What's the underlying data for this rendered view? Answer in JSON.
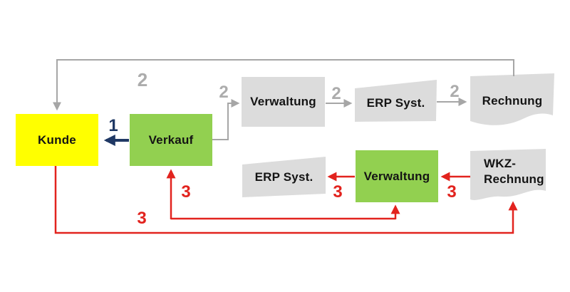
{
  "nodes": {
    "kunde": {
      "label": "Kunde"
    },
    "verkauf": {
      "label": "Verkauf"
    },
    "verwaltung_top": {
      "label": "Verwaltung"
    },
    "erp_top": {
      "label": "ERP Syst."
    },
    "rechnung": {
      "label": "Rechnung"
    },
    "erp_bottom": {
      "label": "ERP Syst."
    },
    "verwaltung_bottom": {
      "label": "Verwaltung"
    },
    "wkz_rechnung": {
      "label": "WKZ-Rechnung"
    }
  },
  "flow_labels": {
    "one_verkauf_to_kunde": "1",
    "two_rechnung_to_kunde": "2",
    "two_verkauf_to_verwaltung": "2",
    "two_verwaltung_to_erp": "2",
    "two_erp_to_rechnung": "2",
    "three_to_verkauf": "3",
    "three_kunde_to_wkz": "3",
    "three_verwaltung_to_erp": "3",
    "three_wkz_to_verwaltung": "3"
  },
  "colors": {
    "background": "#FFFFFF",
    "kunde_fill": "#FFFF00",
    "green_fill": "#92D050",
    "gray_fill": "#DCDCDC",
    "gray_line": "#A6A6A6",
    "gray_number": "#ACACAC",
    "red": "#E2231E",
    "blue": "#1F3864",
    "text": "#141414"
  }
}
